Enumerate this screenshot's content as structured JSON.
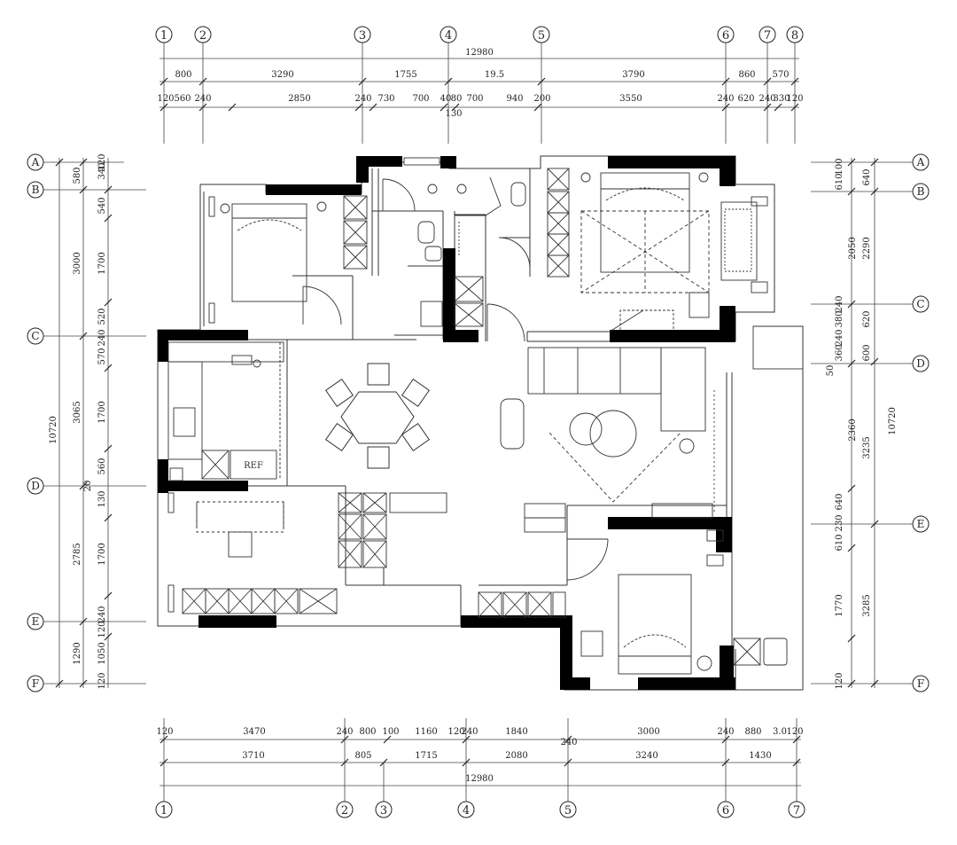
{
  "drawing": {
    "top_axes": [
      "1",
      "2",
      "3",
      "4",
      "5",
      "6",
      "7",
      "8"
    ],
    "bottom_axes": [
      "1",
      "2",
      "3",
      "4",
      "5",
      "6",
      "7"
    ],
    "left_axes": [
      "A",
      "B",
      "C",
      "D",
      "E",
      "F"
    ],
    "right_axes": [
      "A",
      "B",
      "C",
      "D",
      "E",
      "F"
    ],
    "top_total": "12980",
    "top_row1": [
      "800",
      "3290",
      "1755",
      "19.5",
      "3790",
      "860",
      "570"
    ],
    "top_row2": [
      "120",
      "560",
      "240",
      "2850",
      "240",
      "730",
      "700",
      "40",
      "80",
      "700",
      "940",
      "200",
      "3550",
      "240",
      "620",
      "240",
      "330",
      "120"
    ],
    "top_sub": "130",
    "bottom_row1": [
      "120",
      "3470",
      "240",
      "800",
      "100",
      "1160",
      "120",
      "240",
      "1840",
      "240",
      "3000",
      "240",
      "880",
      "3.0",
      "120"
    ],
    "bottom_row2": [
      "3710",
      "805",
      "1715",
      "2080",
      "3240",
      "1430"
    ],
    "bottom_total": "12980",
    "left_col1": [
      "580",
      "340",
      "120",
      "540",
      "3000",
      "1700",
      "520",
      "240",
      "570",
      "3065",
      "1700",
      "560",
      "20",
      "130",
      "2785",
      "1700",
      "240",
      "120",
      "1290",
      "1050",
      "120"
    ],
    "left_total": "10720",
    "right_col1": [
      "100",
      "610",
      "640",
      "2050",
      "2290",
      "240",
      "380",
      "620",
      "240",
      "50",
      "360",
      "600",
      "2360",
      "3235",
      "640",
      "230",
      "610",
      "1770",
      "3285",
      "120"
    ],
    "right_total": "10720",
    "fridge_label": "REF"
  }
}
